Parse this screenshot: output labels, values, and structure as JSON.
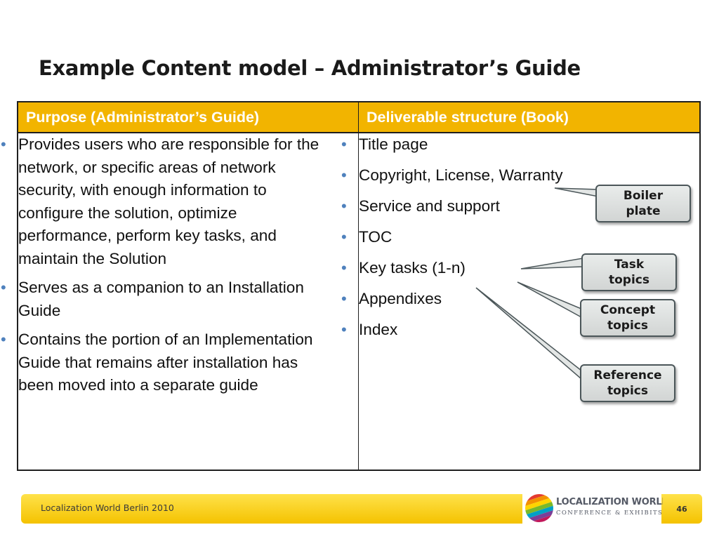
{
  "title": "Example Content model – Administrator’s Guide",
  "table": {
    "headers": [
      "Purpose (Administrator’s Guide)",
      "Deliverable structure (Book)"
    ],
    "left_items": [
      "Provides users who are responsible for the network, or specific areas of network security, with enough information to configure the solution, optimize performance, perform key tasks, and maintain the Solution",
      "Serves as a companion to an Installation Guide",
      "Contains the portion of an Implementation Guide that remains after installation has been moved into a separate guide"
    ],
    "right_items": [
      "Title page",
      "Copyright, License, Warranty",
      "Service and support",
      "TOC",
      "Key tasks (1-n)",
      "Appendixes",
      "Index"
    ]
  },
  "callouts": {
    "boiler": [
      "Boiler",
      "plate"
    ],
    "task": [
      "Task",
      "topics"
    ],
    "concept": [
      "Concept",
      "topics"
    ],
    "reference": [
      "Reference",
      "topics"
    ]
  },
  "footer": {
    "event": "Localization World Berlin 2010",
    "logo_title": "LOCALIZATION WORLD",
    "logo_subtitle": "CONFERENCE & EXHIBITS",
    "page_number": "46"
  },
  "colors": {
    "header_fill": "#f2b400",
    "bullet": "#4f81bd",
    "footer_fill": "#f4c200",
    "callout_border": "#4b5659"
  },
  "icons": {
    "bullet": "•",
    "logo": "localization-world-globe-logo"
  }
}
